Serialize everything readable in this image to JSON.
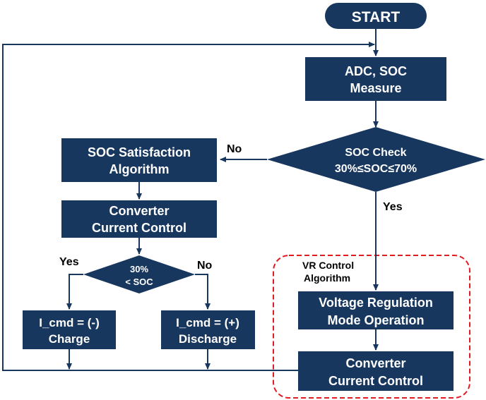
{
  "nodes": {
    "start": {
      "label": "START"
    },
    "adc_soc": {
      "lines": [
        "ADC, SOC",
        "Measure"
      ]
    },
    "soc_check": {
      "lines": [
        "SOC Check",
        "30%≤SOC≤70%"
      ]
    },
    "soc_satisfaction": {
      "lines": [
        "SOC Satisfaction",
        "Algorithm"
      ]
    },
    "converter_left": {
      "lines": [
        "Converter",
        "Current Control"
      ]
    },
    "soc_decision": {
      "lines": [
        "30%",
        "< SOC"
      ]
    },
    "charge": {
      "lines": [
        "I_cmd = (-)",
        "Charge"
      ]
    },
    "discharge": {
      "lines": [
        "I_cmd = (+)",
        "Discharge"
      ]
    },
    "voltage_regulation": {
      "lines": [
        "Voltage Regulation",
        "Mode Operation"
      ]
    },
    "converter_right": {
      "lines": [
        "Converter",
        "Current Control"
      ]
    }
  },
  "edge_labels": {
    "soc_check_no": "No",
    "soc_check_yes": "Yes",
    "decision_yes": "Yes",
    "decision_no": "No"
  },
  "group": {
    "vr_lines": [
      "VR Control",
      "Algorithm"
    ]
  },
  "colors": {
    "node_fill": "#17375e",
    "node_text": "#ffffff",
    "connector": "#17375e",
    "group_border": "#e31b23",
    "label_text": "#000000"
  }
}
